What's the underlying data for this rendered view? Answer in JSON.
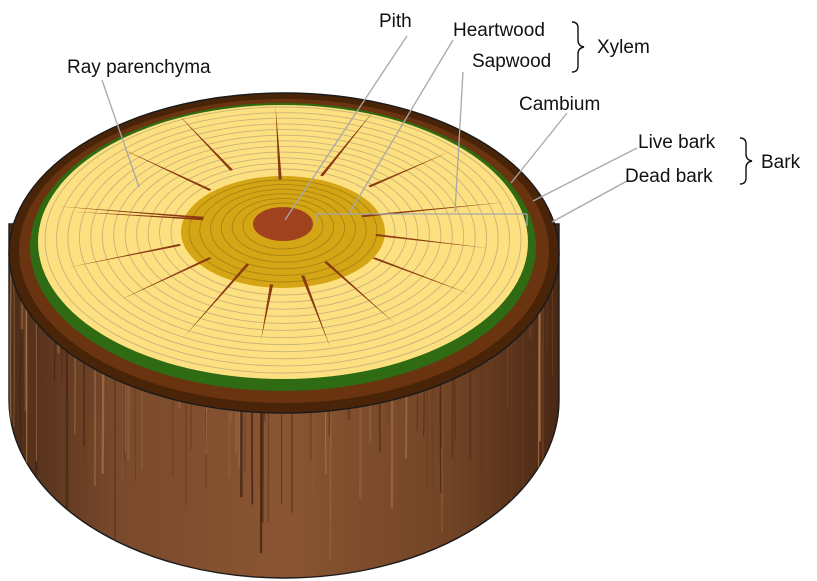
{
  "labels": {
    "pith": "Pith",
    "heartwood": "Heartwood",
    "sapwood": "Sapwood",
    "xylem": "Xylem",
    "ray_parenchyma": "Ray parenchyma",
    "cambium": "Cambium",
    "live_bark": "Live bark",
    "dead_bark": "Dead bark",
    "bark": "Bark"
  },
  "colors": {
    "sapwood": "#fde080",
    "heartwood": "#d4a514",
    "pith": "#a0421e",
    "cambium": "#2e6b12",
    "live_bark": "#6b3410",
    "dead_bark": "#4a2408",
    "rays": "#8b3a12",
    "side_bark": "#7a4a2a"
  }
}
